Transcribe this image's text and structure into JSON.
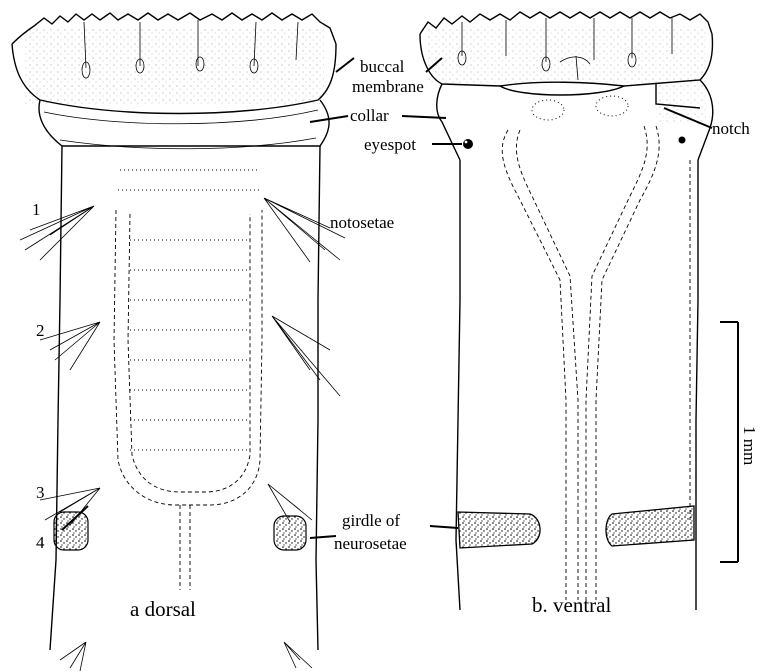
{
  "labels": {
    "buccal_line1": "buccal",
    "buccal_line2": "membrane",
    "collar": "collar",
    "eyespot": "eyespot",
    "notch": "notch",
    "notosetae": "notosetae",
    "girdle_line1": "girdle of",
    "girdle_line2": "neurosetae",
    "scale": "1 mm"
  },
  "segments": [
    "1",
    "2",
    "3",
    "4"
  ],
  "captions": {
    "dorsal": "a dorsal",
    "ventral": "b. ventral"
  }
}
